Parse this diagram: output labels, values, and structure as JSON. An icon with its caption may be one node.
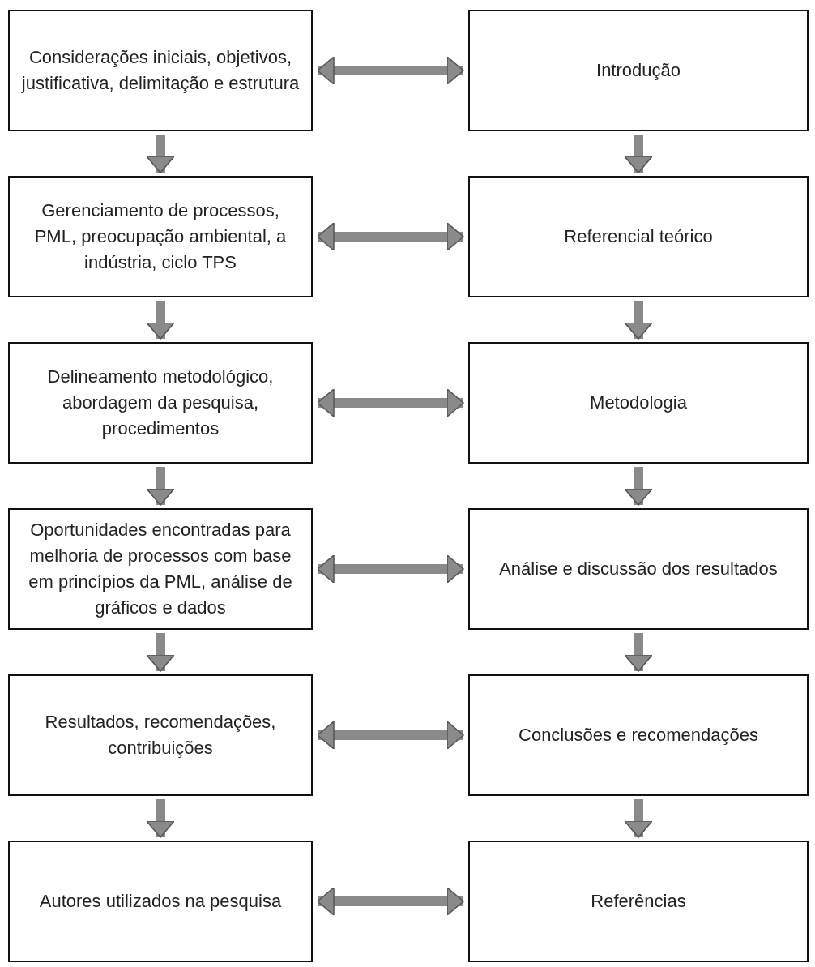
{
  "diagram": {
    "nodes": [
      {
        "text": [
          "Considerações iniciais, objetivos, justificativa, delimitação e estrutura"
        ]
      },
      {
        "text": [
          "Introdução"
        ]
      },
      {
        "text": [
          "Gerenciamento de processos, PML, preocupação ambiental, a indústria, ciclo TPS"
        ]
      },
      {
        "text": [
          "Referencial teórico"
        ]
      },
      {
        "text": [
          "Delineamento metodológico, abordagem da pesquisa, procedimentos"
        ]
      },
      {
        "text": [
          "Metodologia"
        ]
      },
      {
        "text": [
          "Oportunidades encontradas para melhoria de processos com base em princípios da PML, análise de gráficos e dados"
        ]
      },
      {
        "text": [
          "Análise e discussão dos resultados"
        ]
      },
      {
        "text": [
          "Resultados, recomendações, contribuições"
        ]
      },
      {
        "text": [
          "Conclusões e recomendações"
        ]
      },
      {
        "text": [
          "Autores utilizados na pesquisa"
        ]
      },
      {
        "text": [
          "Referências"
        ]
      }
    ],
    "edges": [
      {
        "from": 0,
        "to": 1,
        "arrow": "both"
      },
      {
        "from": 0,
        "to": 2,
        "arrow": "to"
      },
      {
        "from": 1,
        "to": 3,
        "arrow": "to"
      },
      {
        "from": 2,
        "to": 3,
        "arrow": "both"
      },
      {
        "from": 2,
        "to": 4,
        "arrow": "to"
      },
      {
        "from": 3,
        "to": 5,
        "arrow": "to"
      },
      {
        "from": 4,
        "to": 5,
        "arrow": "both"
      },
      {
        "from": 4,
        "to": 6,
        "arrow": "to"
      },
      {
        "from": 5,
        "to": 7,
        "arrow": "to"
      },
      {
        "from": 6,
        "to": 7,
        "arrow": "both"
      },
      {
        "from": 6,
        "to": 8,
        "arrow": "to"
      },
      {
        "from": 7,
        "to": 9,
        "arrow": "to"
      },
      {
        "from": 8,
        "to": 9,
        "arrow": "both"
      },
      {
        "from": 8,
        "to": 10,
        "arrow": "to"
      },
      {
        "from": 9,
        "to": 11,
        "arrow": "to"
      },
      {
        "from": 10,
        "to": 11,
        "arrow": "both"
      }
    ]
  }
}
